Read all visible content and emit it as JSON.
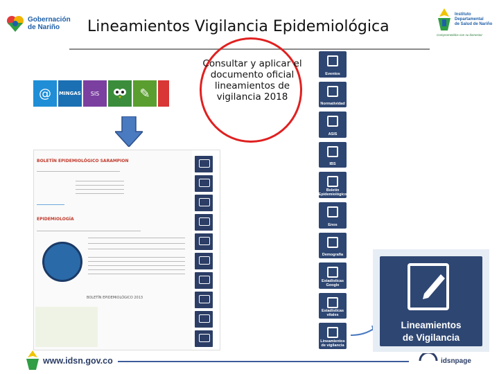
{
  "header": {
    "title": "Lineamientos Vigilancia Epidemiológica",
    "logo_left_line1": "Gobernación",
    "logo_left_line2": "de Nariño",
    "logo_right_line1": "Instituto",
    "logo_right_line2": "Departamental",
    "logo_right_line3": "de Salud de Nariño",
    "logo_right_tagline": "Comprometidos con su bienestar"
  },
  "callout": {
    "text": "Consultar y aplicar el documento oficial lineamientos de vigilancia 2018"
  },
  "portal_icons": [
    {
      "name": "at-icon",
      "label": "@",
      "color": "#1f8ed6"
    },
    {
      "name": "minga-icon",
      "label": "MINGAS",
      "color": "#1b6fb3"
    },
    {
      "name": "sis-icon",
      "label": "SIS",
      "color": "#7b3fa0"
    },
    {
      "name": "owl-icon",
      "label": "",
      "color": "#3b8d3b"
    },
    {
      "name": "edit-icon",
      "label": "",
      "color": "#5a9e2f"
    },
    {
      "name": "pdf-icon",
      "label": "",
      "color": "#d93636"
    }
  ],
  "embedded_page": {
    "heading1": "BOLETÍN EPIDEMIOLÓGICO SARAMPION",
    "heading2": "EPIDEMIOLOGÍA",
    "footer_text": "BOLETÍN EPIDEMIOLÓGICO 2013"
  },
  "right_menu": [
    {
      "name": "eventos-tile",
      "label": "Eventos"
    },
    {
      "name": "normatividad-tile",
      "label": "Normatividad"
    },
    {
      "name": "asis-tile",
      "label": "ASIS"
    },
    {
      "name": "ibs-tile",
      "label": "IBS"
    },
    {
      "name": "boletin-tile",
      "label": "Boletín Epidemiológico"
    },
    {
      "name": "enos-tile",
      "label": "Enos"
    },
    {
      "name": "demografia-tile",
      "label": "Demografía"
    },
    {
      "name": "estadisticas-tile",
      "label": "Estadísticas Google"
    },
    {
      "name": "estadisticas-vitales-tile",
      "label": "Estadísticas vitales"
    },
    {
      "name": "lineamientos-tile",
      "label": "Lineamientos de vigilancia"
    }
  ],
  "big_card": {
    "line1": "Lineamientos",
    "line2": "de Vigilancia"
  },
  "footer": {
    "url": "www.idsn.gov.co",
    "page": "idsnpage"
  },
  "colors": {
    "accent_red": "#e02020",
    "navy": "#2e4672",
    "arrow_blue": "#4a7ac0"
  }
}
